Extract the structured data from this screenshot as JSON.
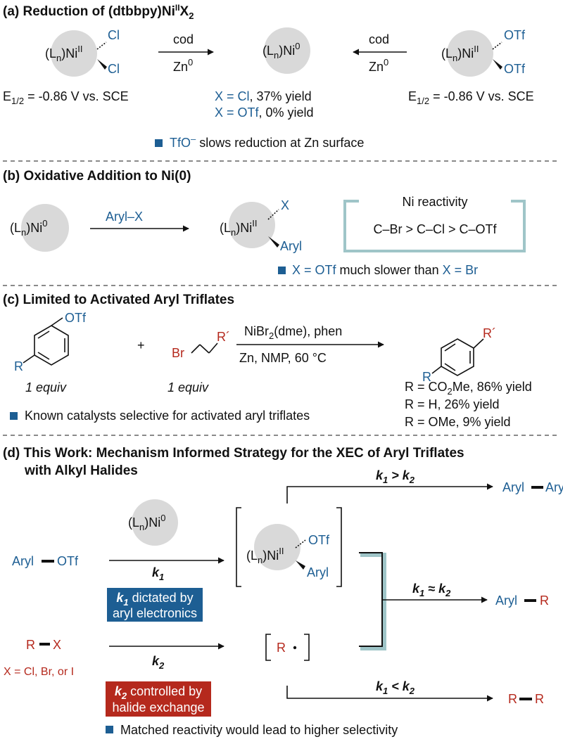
{
  "colors": {
    "blue": "#1d5e93",
    "red": "#b5291d",
    "circle": "#d9d9d9",
    "panel": "#9fc5c8"
  },
  "a": {
    "title_pre": "(a) Reduction of (dtbbpy)Ni",
    "title_sup": "II",
    "title_x": "X",
    "title_sub": "2",
    "ln": "(L",
    "n": "n",
    "ni_close": ")Ni",
    "ox2": "II",
    "ox0": "0",
    "cl": "Cl",
    "otf": "OTf",
    "cod": "cod",
    "zn": "Zn",
    "zn_sup": "0",
    "e_half_pre": "E",
    "e_half_sub": "1/2",
    "e_half_val": " = -0.86 V vs. SCE",
    "yield_cl_x": "X = Cl",
    "yield_cl_rest": ", 37% yield",
    "yield_otf_x": "X = OTf",
    "yield_otf_rest": ", 0% yield",
    "note_blue": "TfO",
    "note_sup": "–",
    "note_rest": " slows reduction at Zn surface"
  },
  "b": {
    "title": "(b) Oxidative Addition to Ni(0)",
    "reagent": "Aryl–X",
    "x": "X",
    "aryl": "Aryl",
    "box_title": "Ni reactivity",
    "box_order": "C–Br > C–Cl > C–OTf",
    "note_x1": "X = OTf",
    "note_mid": " much slower than ",
    "note_x2": "X = Br"
  },
  "c": {
    "title": "(c) Limited to Activated Aryl Triflates",
    "otf": "OTf",
    "r": "R",
    "plus": "+",
    "br": "Br",
    "rprime": "R´",
    "cond1_pre": "NiBr",
    "cond1_sub": "2",
    "cond1_post": "(dme), phen",
    "cond2": "Zn, NMP, 60 °C",
    "equiv": "1 equiv",
    "y1_pre": "R = CO",
    "y1_sub": "2",
    "y1_post": "Me, 86% yield",
    "y2": "R = H, 26% yield",
    "y3": "R = OMe, 9% yield",
    "note": "Known catalysts selective for activated aryl triflates"
  },
  "d": {
    "title1": "(d) This Work: Mechanism Informed Strategy for the XEC of Aryl Triflates",
    "title2": "with Alkyl Halides",
    "aryl": "Aryl",
    "otf": "OTf",
    "k": "k",
    "k1": "1",
    "k2": "2",
    "cmp_gt": " > ",
    "cmp_approx": " ≈ ",
    "cmp_lt": " < ",
    "r": "R",
    "x": "X",
    "r_dot": "R ·",
    "halides": "X = Cl, Br, or I",
    "box1_l1": " dictated by",
    "box1_l2": "aryl electronics",
    "box2_l1": " controlled by",
    "box2_l2": "halide exchange",
    "note": "Matched reactivity would lead to higher selectivity"
  }
}
